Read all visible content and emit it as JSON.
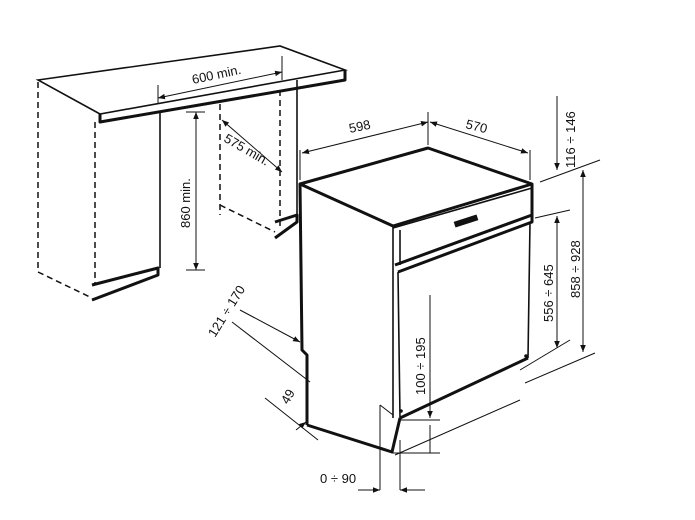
{
  "diagram": {
    "labels": {
      "counter_width": "600 min.",
      "cabinet_depth": "575 min.",
      "counter_height": "860 min.",
      "appliance_width": "598",
      "appliance_depth": "570",
      "top_gap": "116 ÷ 146",
      "total_height": "858 ÷ 928",
      "door_height": "556 ÷ 645",
      "plinth_range": "121 ÷ 170",
      "plinth_depth": "49",
      "plinth_height": "100 ÷ 195",
      "foot_adjust": "0 ÷ 90"
    }
  }
}
